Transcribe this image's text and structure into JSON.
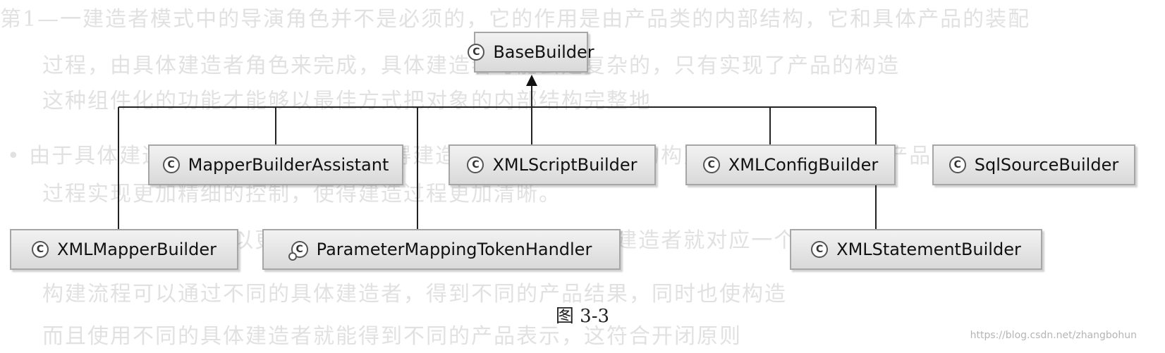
{
  "background_lines": [
    "第1—一建造者模式中的导演角色并不是必须的，它的作用是由产品类的内部结构，它和具体产品的装配",
    "过程，由具体建造者角色来完成，具体建造者可能会是复杂的，只有实现了产品的构造",
    "这种组件化的功能才能够以最佳方式把对象的内部结构完整地",
    "• 由于具体建造者之间相互独立，而使得建造过程可以使用不同的构建方法，对于相同的产品或",
    "过程实现更加精细的控制，使得建造过程更加清晰。",
    "• 在具体建造者中，可以更加精细地控制构建过程，一个具体建造者就对应一个有组件",
    "构建流程可以通过不同的具体建造者，得到不同的产品结果，同时也使构造",
    "而且使用不同的具体建造者就能得到不同的产品表示，这符合开闭原则"
  ],
  "diagram": {
    "root": {
      "name": "BaseBuilder",
      "icon": "C"
    },
    "children": [
      {
        "name": "MapperBuilderAssistant",
        "icon": "C"
      },
      {
        "name": "XMLScriptBuilder",
        "icon": "C"
      },
      {
        "name": "XMLConfigBuilder",
        "icon": "C"
      },
      {
        "name": "SqlSourceBuilder",
        "icon": "C"
      },
      {
        "name": "XMLMapperBuilder",
        "icon": "C"
      },
      {
        "name": "ParameterMappingTokenHandler",
        "icon": "C"
      },
      {
        "name": "XMLStatementBuilder",
        "icon": "C"
      }
    ]
  },
  "caption": "图 3-3",
  "watermark": "https://blog.csdn.net/zhangbohun"
}
